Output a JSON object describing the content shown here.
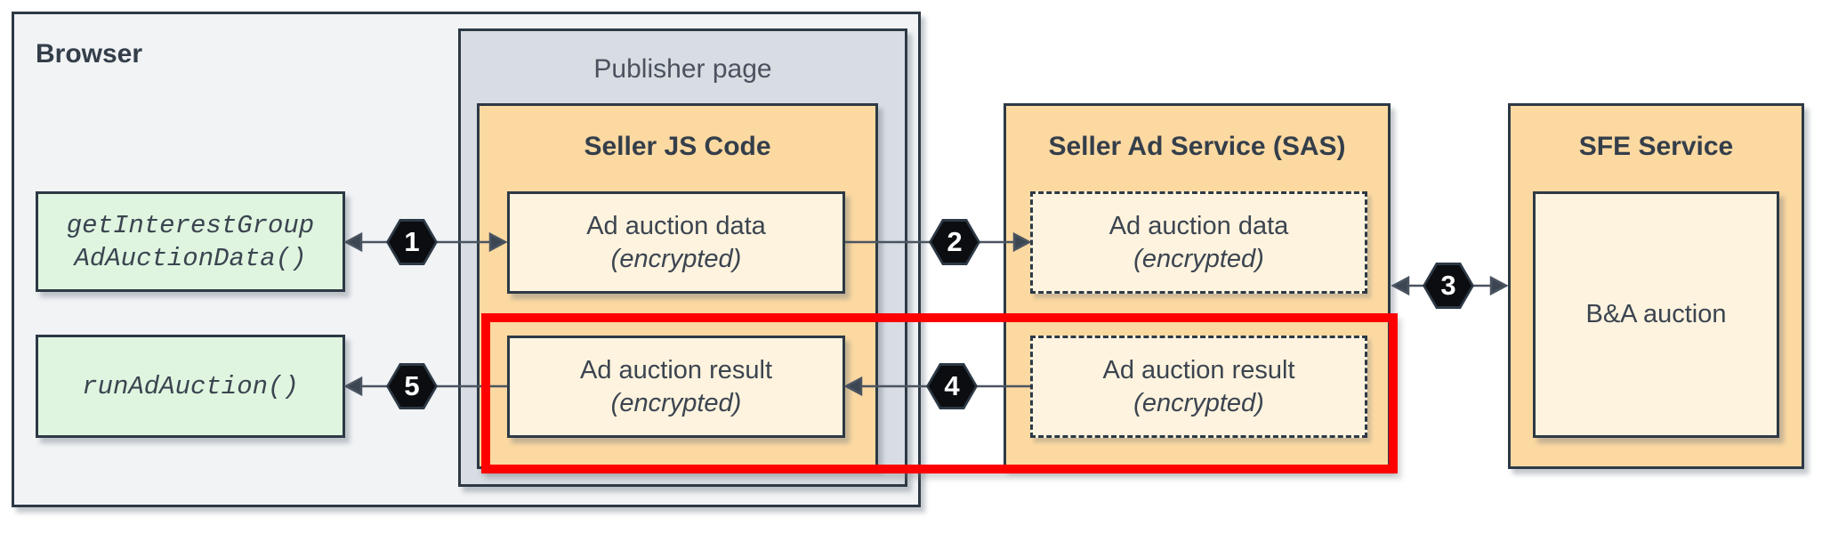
{
  "colors": {
    "page_bg": "#ffffff",
    "browser_fill": "#f1f3f5",
    "publisher_fill": "#d8dde3",
    "panel_orange": "#fcd9a1",
    "panel_cream": "#fdf3de",
    "panel_green": "#dff5df",
    "border_dark": "#2d3945",
    "line_color": "#4a5460",
    "arrowhead_color": "#3c4653",
    "hex_fill": "#0b0d10",
    "hex_text": "#ffffff",
    "highlight_red": "#fe0000",
    "title_text": "#343e4a",
    "body_text": "#3b4450",
    "publisher_label_text": "#4a525e"
  },
  "browser": {
    "label": "Browser"
  },
  "publisher": {
    "label": "Publisher page"
  },
  "seller_js": {
    "title": "Seller JS Code",
    "data_box": {
      "line1": "Ad auction data",
      "line2": "(encrypted)"
    },
    "result_box": {
      "line1": "Ad auction result",
      "line2": "(encrypted)"
    }
  },
  "sas": {
    "title": "Seller Ad Service (SAS)",
    "data_box": {
      "line1": "Ad auction data",
      "line2": "(encrypted)"
    },
    "result_box": {
      "line1": "Ad auction result",
      "line2": "(encrypted)"
    }
  },
  "sfe": {
    "title": "SFE Service",
    "auction_box": {
      "label": "B&A auction"
    }
  },
  "browser_apis": {
    "get_interest_group": {
      "line1": "getInterestGroup",
      "line2": "AdAuctionData()"
    },
    "run_ad_auction": {
      "label": "runAdAuction()"
    }
  },
  "steps": [
    "1",
    "2",
    "3",
    "4",
    "5"
  ]
}
